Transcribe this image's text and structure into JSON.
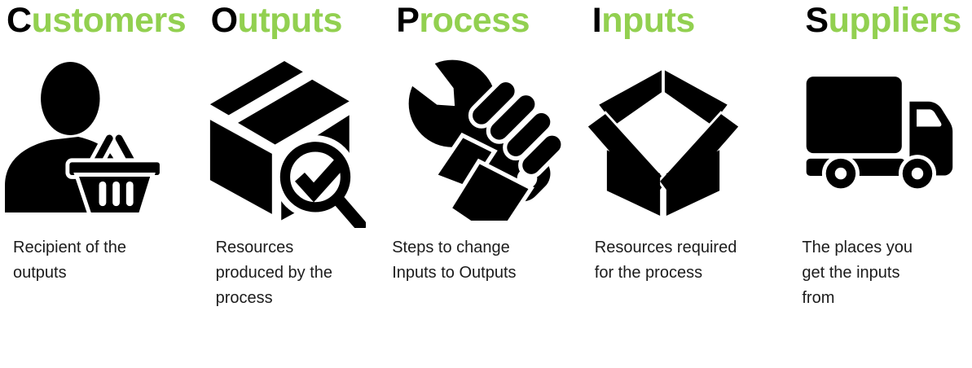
{
  "accent_color": "#92D050",
  "icon_color": "#000000",
  "columns": [
    {
      "id": "customers",
      "initial": "C",
      "rest": "ustomers",
      "icon": "customer-basket-icon",
      "description": "Recipient of the outputs"
    },
    {
      "id": "outputs",
      "initial": "O",
      "rest": "utputs",
      "icon": "box-check-magnifier-icon",
      "description": "Resources produced by the process"
    },
    {
      "id": "process",
      "initial": "P",
      "rest": "rocess",
      "icon": "wrench-hand-icon",
      "description": "Steps to change Inputs to Outputs"
    },
    {
      "id": "inputs",
      "initial": "I",
      "rest": "nputs",
      "icon": "open-box-icon",
      "description": "Resources required for the process"
    },
    {
      "id": "suppliers",
      "initial": "S",
      "rest": "uppliers",
      "icon": "delivery-truck-icon",
      "description": "The places you get the inputs from"
    }
  ]
}
